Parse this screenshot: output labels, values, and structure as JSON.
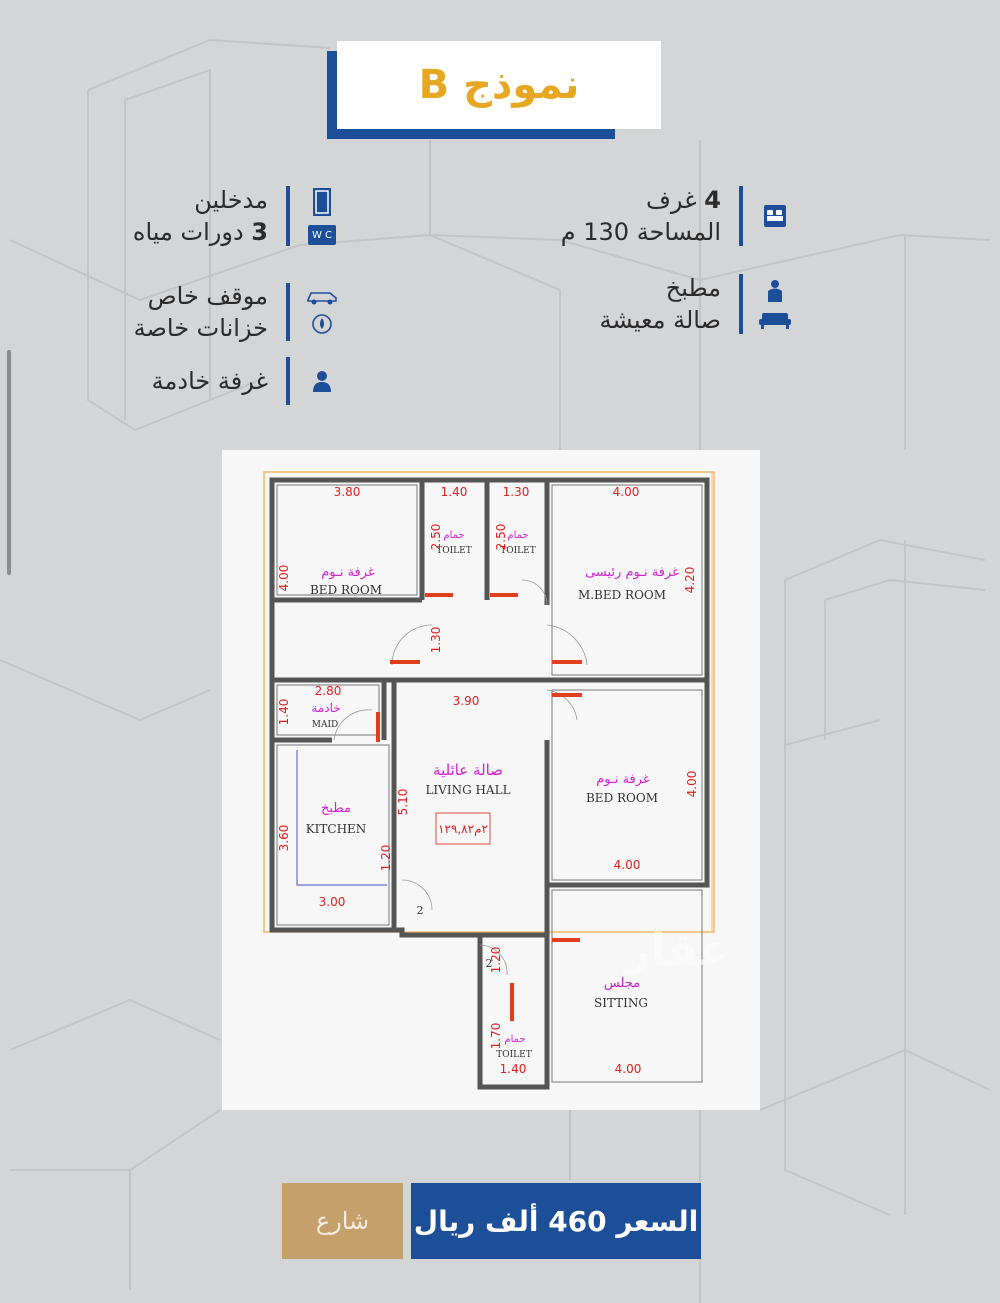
{
  "title": "نموذج B",
  "features_right": [
    {
      "line1_num": "4",
      "line1_text": "غرف",
      "line2": "المساحة 130 م"
    },
    {
      "line1": "مطبخ",
      "line2": "صالة معيشة"
    }
  ],
  "features_left": [
    {
      "line1": "مدخلين",
      "line2_num": "3",
      "line2_text": "دورات مياه"
    },
    {
      "line1": "موقف خاص",
      "line2": "خزانات خاصة"
    },
    {
      "line1": "غرفة خادمة"
    }
  ],
  "icons": {
    "bed": "bed-icon",
    "kitchen": "chef-icon",
    "sofa": "sofa-icon",
    "door": "door-icon",
    "wc": "wc-icon",
    "car": "car-icon",
    "water": "water-tank-icon",
    "maid": "person-icon",
    "wc_text": "W C"
  },
  "floor_plan": {
    "rooms": {
      "bed1_ar": "غرفة نـوم",
      "bed1_en": "BED ROOM",
      "toilet1_ar": "حمام",
      "toilet1_en": "TOILET",
      "toilet2_ar": "حمام",
      "toilet2_en": "TOILET",
      "mbed_ar": "غرفة نـوم رئيسى",
      "mbed_en": "M.BED ROOM",
      "maid_ar": "خادمة",
      "maid_en": "MAID",
      "kitchen_ar": "مطبخ",
      "kitchen_en": "KITCHEN",
      "living_ar": "صالة عائلية",
      "living_en": "LIVING HALL",
      "living_area": "٢م١٢٩,٨٢",
      "bed2_ar": "غرفة نـوم",
      "bed2_en": "BED ROOM",
      "sitting_ar": "مجلس",
      "sitting_en": "SITTING",
      "toilet3_ar": "حمام",
      "toilet3_en": "TOILET"
    },
    "dims": {
      "d380": "3.80",
      "d140a": "1.40",
      "d130a": "1.30",
      "d400a": "4.00",
      "d400b": "4.00",
      "d250a": "2.50",
      "d250b": "2.50",
      "d420": "4.20",
      "d130b": "1.30",
      "d280": "2.80",
      "d390": "3.90",
      "d140b": "1.40",
      "d510": "5.10",
      "d400c": "4.00",
      "d400d": "4.00",
      "d360": "3.60",
      "d120a": "1.20",
      "d300": "3.00",
      "d120b": "1.20",
      "d170": "1.70",
      "d140c": "1.40",
      "d400e": "4.00",
      "n2a": "2",
      "n2b": "2"
    },
    "watermark": "عقار"
  },
  "footer": {
    "price_prefix": "السعر",
    "price_num": "460",
    "price_suffix": "ألف ريال",
    "street": "شارع"
  },
  "colors": {
    "brand_blue": "#1c4f98",
    "accent_gold": "#e6a722",
    "tan": "#c6a06b"
  }
}
